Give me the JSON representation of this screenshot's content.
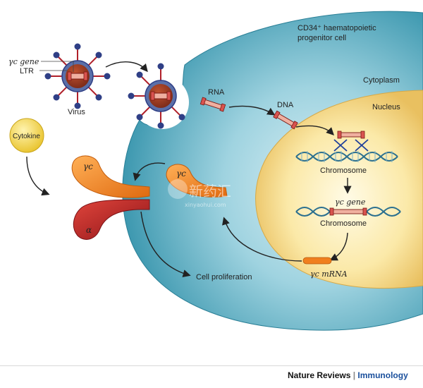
{
  "labels": {
    "cell_type_line1": "CD34⁺ haematopoietic",
    "cell_type_line2": "progenitor cell",
    "cytoplasm": "Cytoplasm",
    "nucleus": "Nucleus",
    "gene_label": "γc gene",
    "ltr_label": "LTR",
    "virus": "Virus",
    "rna": "RNA",
    "dna": "DNA",
    "cytokine": "Cytokine",
    "gamma_c_receptor": "γc",
    "gamma_c_new": "γc",
    "alpha": "α",
    "chromosome_1": "Chromosome",
    "gene_on_chromosome": "γc gene",
    "chromosome_2": "Chromosome",
    "mrna": "γc mRNA",
    "cell_proliferation": "Cell proliferation"
  },
  "footer": {
    "journal": "Nature Reviews",
    "separator": " | ",
    "section": "Immunology"
  },
  "watermark": {
    "text": "新药汇",
    "subtext": "xinyaohui.com"
  },
  "colors": {
    "cytoplasm_outer": "#2e8fa8",
    "cytoplasm_inner": "#9fd3e0",
    "nucleus_outer": "#f2d27a",
    "nucleus_inner": "#fff7d6",
    "virus_shell": "#5a6fa8",
    "virus_core": "#c7543a",
    "receptor_gamma": "#f07f1e",
    "receptor_alpha": "#b01e22",
    "cytokine": "#f5d23b",
    "gene_cassette": "#d9534f",
    "dna_strand": "#2a6f8f",
    "journal_accent": "#1a4f9c"
  }
}
